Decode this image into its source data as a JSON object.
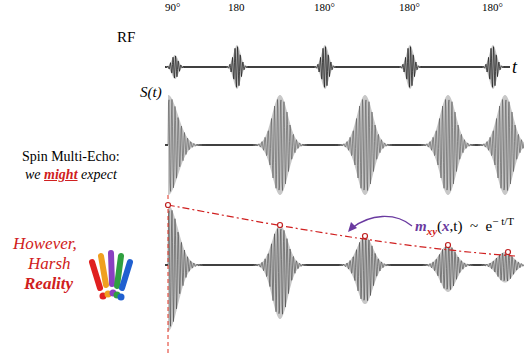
{
  "diagram": {
    "labels": [
      "90°",
      "180",
      "180°",
      "180°",
      "180°",
      "RF",
      "t",
      "S(t)",
      "Spin Multi-Echo:",
      "we",
      "might",
      "expect",
      "However,",
      "Harsh",
      "Reality",
      "m",
      "xy",
      "(",
      "x",
      ",t)  ~  e",
      "− t/T"
    ]
  }
}
